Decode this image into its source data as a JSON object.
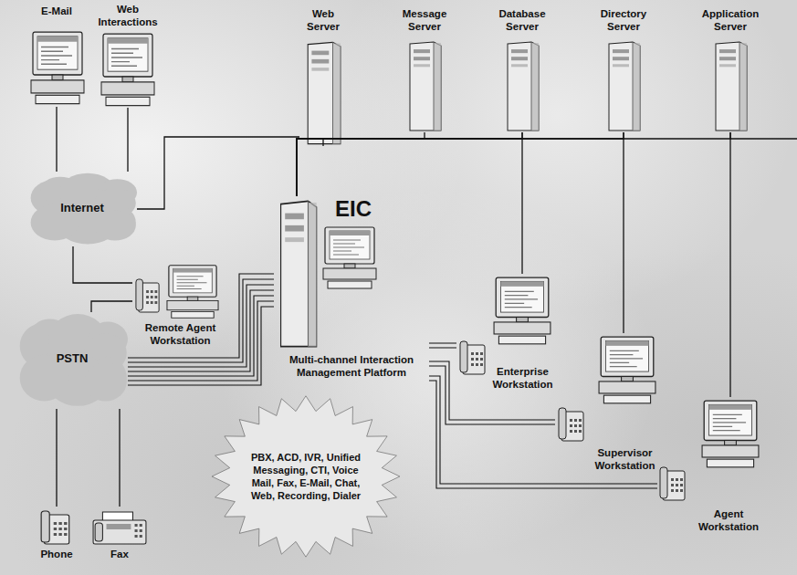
{
  "diagram": {
    "nodes": [
      {
        "text": [
          "E-Mail"
        ]
      },
      {
        "text": [
          "Web Interactions"
        ]
      },
      {
        "text": [
          "Web Server"
        ]
      },
      {
        "text": [
          "Message Server"
        ]
      },
      {
        "text": [
          "Database Server"
        ]
      },
      {
        "text": [
          "Directory Server"
        ]
      },
      {
        "text": [
          "Application Server"
        ]
      },
      {
        "text": [
          "Internet"
        ]
      },
      {
        "text": [
          "Remote Agent Workstation"
        ]
      },
      {
        "text": [
          "PSTN"
        ]
      },
      {
        "text": [
          "EIC",
          "Multi-channel Interaction Management Platform"
        ]
      },
      {
        "text": [
          "Enterprise Workstation"
        ]
      },
      {
        "text": [
          "Supervisor Workstation"
        ]
      },
      {
        "text": [
          "Agent Workstation"
        ]
      },
      {
        "text": [
          "Phone"
        ]
      },
      {
        "text": [
          "Fax"
        ]
      },
      {
        "text": [
          "PBX, ACD, IVR, Unified Messaging, CTI, Voice Mail, Fax, E-Mail, Chat, Web, Recording, Dialer"
        ]
      }
    ],
    "edges": [
      {
        "from": 0,
        "to": 7,
        "arrow": "none"
      },
      {
        "from": 1,
        "to": 7,
        "arrow": "none"
      },
      {
        "from": 7,
        "to": 2,
        "arrow": "none"
      },
      {
        "from": 10,
        "to": 2,
        "arrow": "none"
      },
      {
        "from": 10,
        "to": 3,
        "arrow": "none"
      },
      {
        "from": 10,
        "to": 4,
        "arrow": "none"
      },
      {
        "from": 10,
        "to": 5,
        "arrow": "none"
      },
      {
        "from": 10,
        "to": 6,
        "arrow": "none"
      },
      {
        "from": 4,
        "to": 11,
        "arrow": "none"
      },
      {
        "from": 5,
        "to": 12,
        "arrow": "none"
      },
      {
        "from": 6,
        "to": 13,
        "arrow": "none"
      },
      {
        "from": 7,
        "to": 8,
        "arrow": "none"
      },
      {
        "from": 9,
        "to": 8,
        "arrow": "none"
      },
      {
        "from": 9,
        "to": 10,
        "arrow": "none"
      },
      {
        "from": 10,
        "to": 11,
        "arrow": "none"
      },
      {
        "from": 10,
        "to": 12,
        "arrow": "none"
      },
      {
        "from": 10,
        "to": 13,
        "arrow": "none"
      },
      {
        "from": 14,
        "to": 9,
        "arrow": "none"
      },
      {
        "from": 15,
        "to": 9,
        "arrow": "none"
      }
    ]
  }
}
